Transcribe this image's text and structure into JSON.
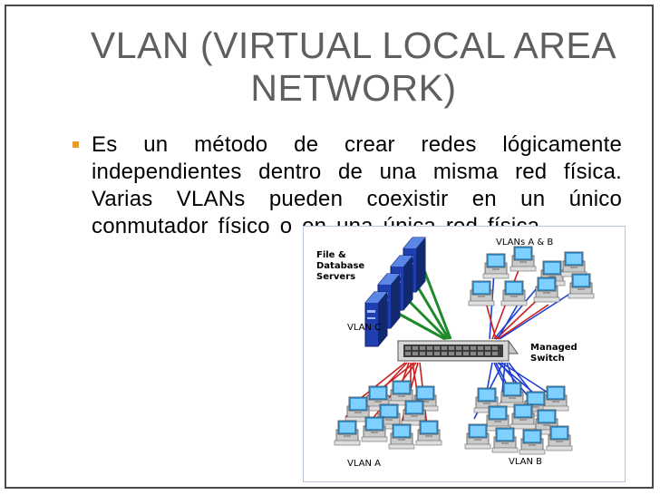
{
  "slide": {
    "title_line1": "VLAN (VIRTUAL LOCAL AREA",
    "title_line2": "NETWORK)",
    "bullet": "Es un método de crear redes lógicamente independientes dentro de una misma red física. Varias VLANs pueden coexistir en un único conmutador físico o en una única red física."
  },
  "diagram": {
    "servers_label_1": "File &",
    "servers_label_2": "Database",
    "servers_label_3": "Servers",
    "vlan_c": "VLAN C",
    "vlans_ab": "VLANs A & B",
    "switch_label_1": "Managed",
    "switch_label_2": "Switch",
    "vlan_a": "VLAN A",
    "vlan_b": "VLAN B",
    "colors": {
      "red": "#cc1f1f",
      "blue": "#1f3fd0",
      "green": "#1e8a2a"
    }
  }
}
